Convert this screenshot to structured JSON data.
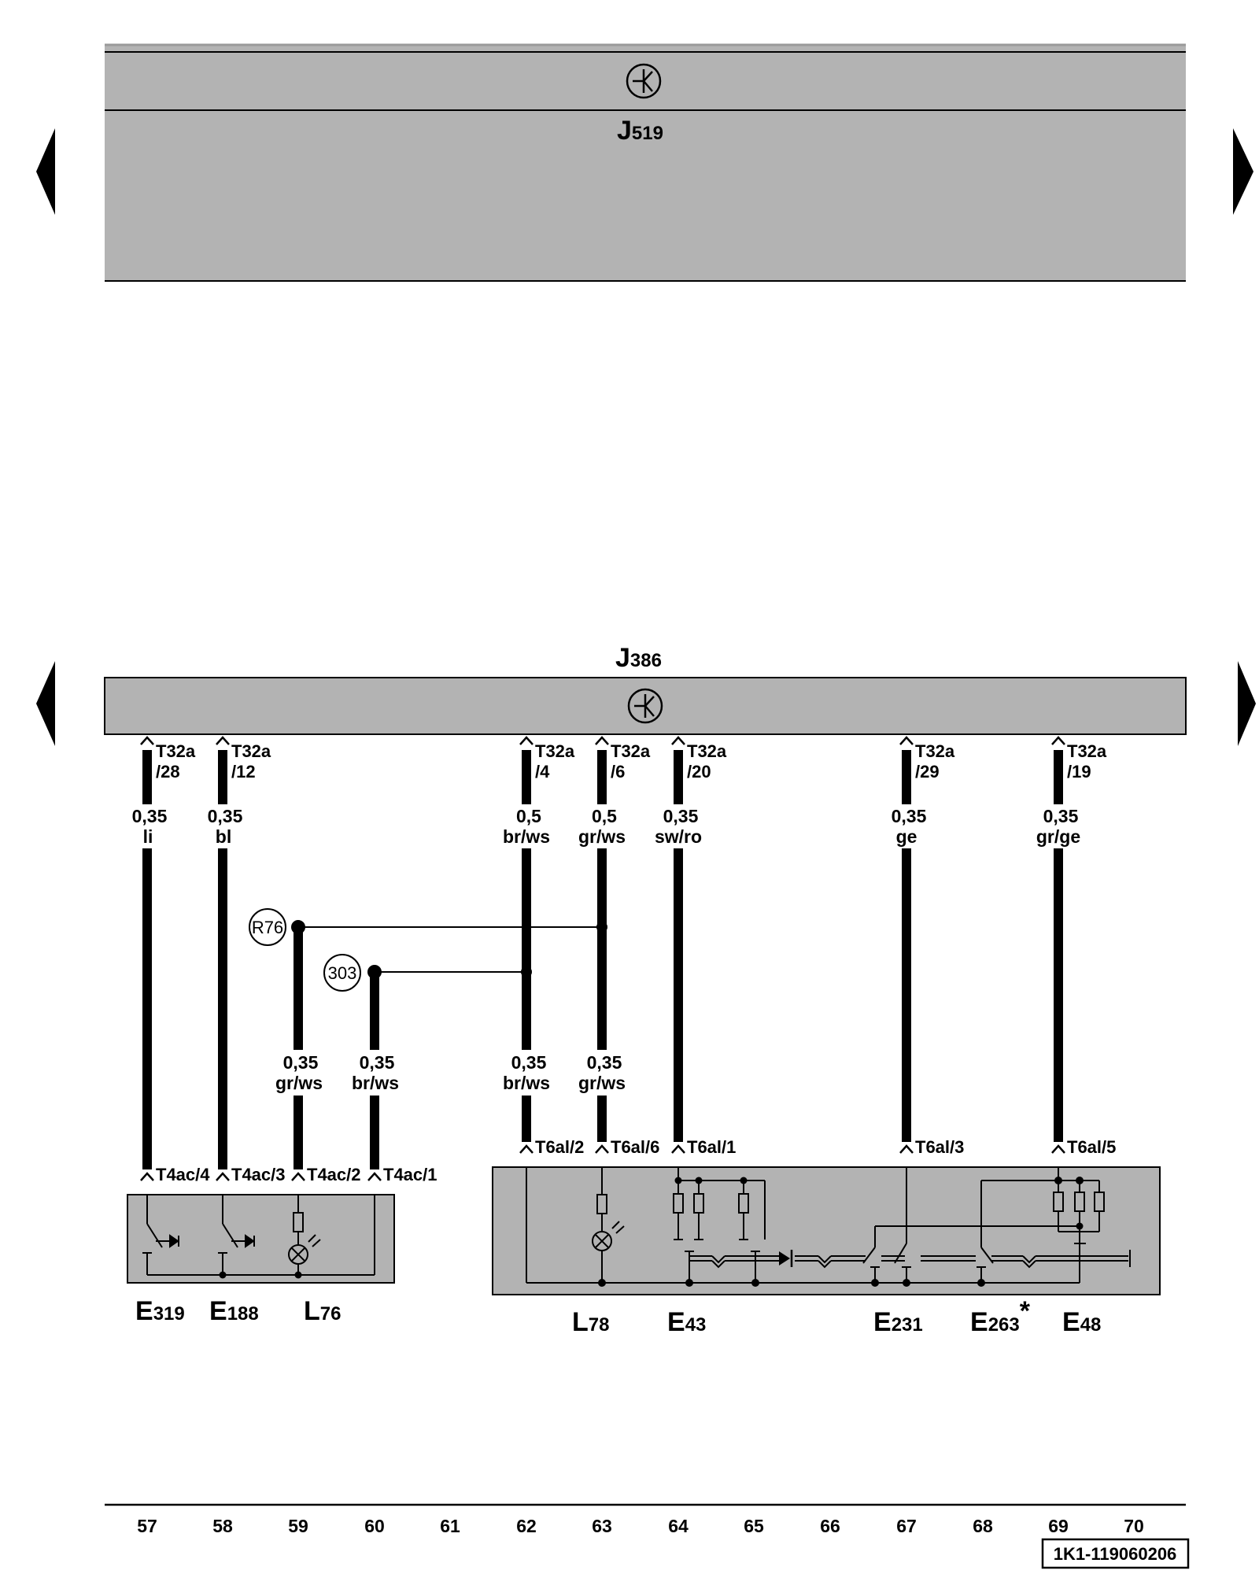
{
  "modules": {
    "top": {
      "prefix": "J",
      "sub": "519"
    },
    "bottom": {
      "prefix": "J",
      "sub": "386"
    }
  },
  "wires": [
    {
      "id": "w57",
      "pin_top": "T32a",
      "pin_top2": "/28",
      "size": "0,35",
      "color": "li",
      "pin_bottom": "T4ac/4"
    },
    {
      "id": "w58",
      "pin_top": "T32a",
      "pin_top2": "/12",
      "size": "0,35",
      "color": "bl",
      "pin_bottom": "T4ac/3"
    },
    {
      "id": "w59",
      "size": "0,35",
      "color": "gr/ws",
      "pin_bottom": "T4ac/2"
    },
    {
      "id": "w60",
      "size": "0,35",
      "color": "br/ws",
      "pin_bottom": "T4ac/1"
    },
    {
      "id": "w62",
      "pin_top": "T32a",
      "pin_top2": "/4",
      "size": "0,5",
      "color": "br/ws",
      "size2": "0,35",
      "color2": "br/ws",
      "pin_bottom": "T6al/2"
    },
    {
      "id": "w63",
      "pin_top": "T32a",
      "pin_top2": "/6",
      "size": "0,5",
      "color": "gr/ws",
      "size2": "0,35",
      "color2": "gr/ws",
      "pin_bottom": "T6al/6"
    },
    {
      "id": "w64",
      "pin_top": "T32a",
      "pin_top2": "/20",
      "size": "0,35",
      "color": "sw/ro",
      "pin_bottom": "T6al/1"
    },
    {
      "id": "w67",
      "pin_top": "T32a",
      "pin_top2": "/29",
      "size": "0,35",
      "color": "ge",
      "pin_bottom": "T6al/3"
    },
    {
      "id": "w69",
      "pin_top": "T32a",
      "pin_top2": "/19",
      "size": "0,35",
      "color": "gr/ge",
      "pin_bottom": "T6al/5"
    }
  ],
  "connections": {
    "r76": "R76",
    "c303": "303"
  },
  "components": [
    {
      "id": "E319",
      "prefix": "E",
      "sub": "319"
    },
    {
      "id": "E188",
      "prefix": "E",
      "sub": "188"
    },
    {
      "id": "L76",
      "prefix": "L",
      "sub": "76"
    },
    {
      "id": "L78",
      "prefix": "L",
      "sub": "78"
    },
    {
      "id": "E43",
      "prefix": "E",
      "sub": "43"
    },
    {
      "id": "E231",
      "prefix": "E",
      "sub": "231"
    },
    {
      "id": "E263",
      "prefix": "E",
      "sub": "263",
      "mark": "*"
    },
    {
      "id": "E48",
      "prefix": "E",
      "sub": "48"
    }
  ],
  "columns": [
    "57",
    "58",
    "59",
    "60",
    "61",
    "62",
    "63",
    "64",
    "65",
    "66",
    "67",
    "68",
    "69",
    "70"
  ],
  "reference": "1K1-119060206",
  "colors": {
    "module_fill": "#b3b3b3",
    "line": "#000000",
    "background": "#ffffff"
  },
  "icons": [
    "nav-left-arrow-icon",
    "nav-right-arrow-icon",
    "control-unit-symbol-icon"
  ]
}
